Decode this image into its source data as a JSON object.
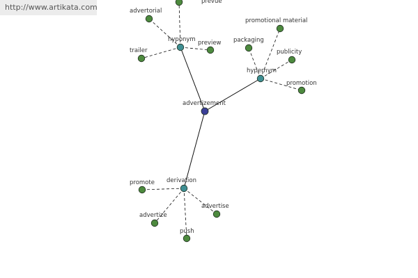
{
  "source_link": "http://www.artikata.com",
  "colors": {
    "edge": "#111111",
    "center_node": "#3b3f98",
    "relation_node": "#3f8f93",
    "leaf_node": "#4d8a3e",
    "node_stroke": "#1f2d1f"
  },
  "graph": {
    "center": {
      "label": "advertizement"
    },
    "relations": [
      {
        "label": "hyponym",
        "leaves": [
          {
            "label": "advertorial"
          },
          {
            "label": "prevue"
          },
          {
            "label": "trailer"
          },
          {
            "label": "preview"
          }
        ]
      },
      {
        "label": "hypernym",
        "leaves": [
          {
            "label": "promotional material"
          },
          {
            "label": "packaging"
          },
          {
            "label": "publicity"
          },
          {
            "label": "promotion"
          }
        ]
      },
      {
        "label": "derivation",
        "leaves": [
          {
            "label": "promote"
          },
          {
            "label": "advertize"
          },
          {
            "label": "push"
          },
          {
            "label": "advertise"
          }
        ]
      }
    ]
  }
}
